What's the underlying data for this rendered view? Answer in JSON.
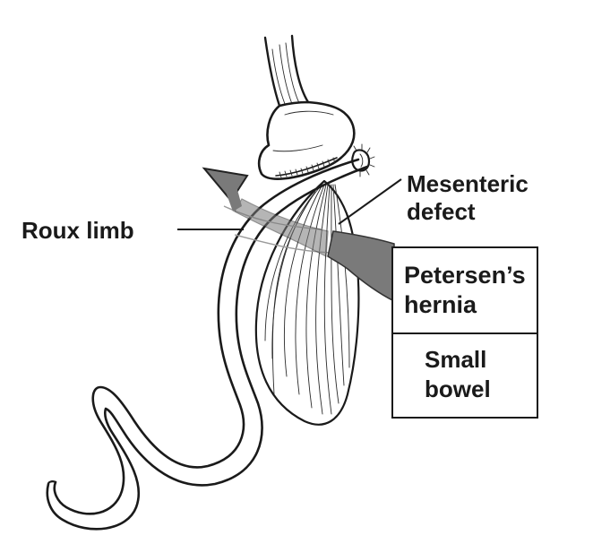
{
  "labels": {
    "roux_limb": "Roux limb",
    "mesenteric_line1": "Mesenteric",
    "mesenteric_line2": "defect",
    "petersen_line1": "Petersen’s",
    "petersen_line2": "hernia",
    "small_bowel_line1": "Small",
    "small_bowel_line2": "bowel"
  },
  "colors": {
    "ink": "#1a1a1a",
    "hernia_arrow": "#7a7a7a",
    "background": "#ffffff"
  }
}
